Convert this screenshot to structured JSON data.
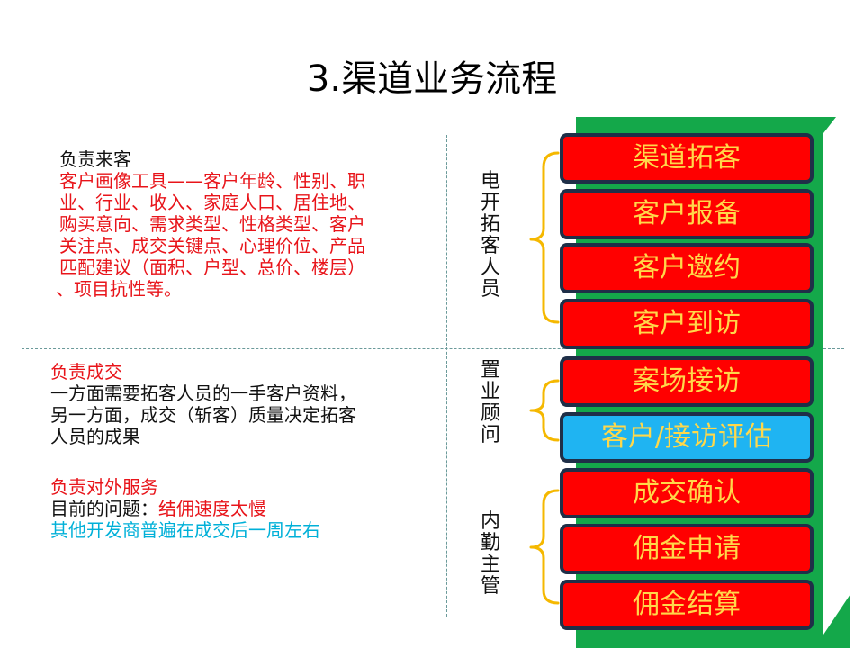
{
  "title": "3.渠道业务流程",
  "sections": [
    {
      "lines": [
        {
          "text": "负责来客",
          "color": "black"
        },
        {
          "text": "客户画像工具——客户年龄、性别、职",
          "color": "red"
        },
        {
          "text": "业、行业、收入、家庭人口、居住地、",
          "color": "red"
        },
        {
          "text": "购买意向、需求类型、性格类型、客户",
          "color": "red"
        },
        {
          "text": "关注点、成交关键点、心理价位、产品",
          "color": "red"
        },
        {
          "text": "匹配建议（面积、户型、总价、楼层）",
          "color": "red"
        },
        {
          "text": "、项目抗性等。",
          "color": "red"
        }
      ],
      "role": "电开拓客人员"
    },
    {
      "lines": [
        {
          "text": "负责成交",
          "color": "red"
        },
        {
          "text": "一方面需要拓客人员的一手客户资料，",
          "color": "black"
        },
        {
          "text": "另一方面，成交（斩客）质量决定拓客",
          "color": "black"
        },
        {
          "text": "人员的成果",
          "color": "black"
        }
      ],
      "role": "置业顾问"
    },
    {
      "lines": [
        {
          "text": "负责对外服务",
          "color": "red"
        },
        {
          "text": "目前的问题：",
          "color": "black",
          "suffix": "结佣速度太慢",
          "suffix_color": "red"
        },
        {
          "text": "其他开发商普遍在成交后一周左右",
          "color": "cyan"
        }
      ],
      "role": "内勤主管"
    }
  ],
  "steps": [
    {
      "label": "渠道拓客",
      "highlight": false
    },
    {
      "label": "客户报备",
      "highlight": false
    },
    {
      "label": "客户邀约",
      "highlight": false
    },
    {
      "label": "客户到访",
      "highlight": false
    },
    {
      "label": "案场接访",
      "highlight": false
    },
    {
      "label": "客户/接访评估",
      "highlight": true
    },
    {
      "label": "成交确认",
      "highlight": false
    },
    {
      "label": "佣金申请",
      "highlight": false
    },
    {
      "label": "佣金结算",
      "highlight": false
    }
  ],
  "colors": {
    "accent_red": "#e8141a",
    "accent_cyan": "#00b0d8",
    "step_fill": "#ff0000",
    "step_highlight_fill": "#1fb4f2",
    "step_text": "#ffd84a",
    "panel_green": "#14a84a",
    "brace": "#f5b800"
  }
}
